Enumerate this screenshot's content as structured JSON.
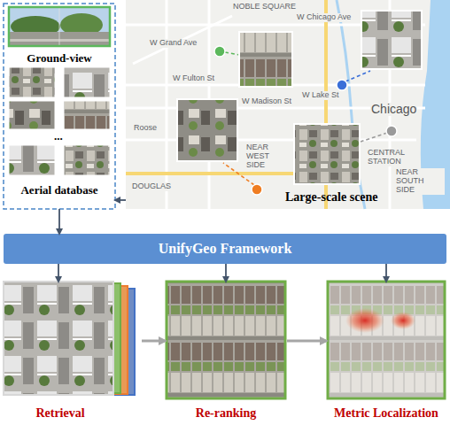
{
  "diagram": {
    "nodes": [
      {
        "text": [
          "Ground-view",
          "Aerial database"
        ]
      },
      {
        "text": [
          "Large-scale scene"
        ]
      },
      {
        "text": [
          "UnifyGeo Framework"
        ]
      },
      {
        "text": [
          "Retrieval"
        ]
      },
      {
        "text": [
          "Re-ranking"
        ]
      },
      {
        "text": [
          "Metric Localization"
        ]
      }
    ],
    "edges": [
      {
        "from": 1,
        "to": 0,
        "arrow": "to"
      },
      {
        "from": 0,
        "to": 2,
        "arrow": "to"
      },
      {
        "from": 2,
        "to": 3,
        "arrow": "to"
      },
      {
        "from": 2,
        "to": 4,
        "arrow": "to"
      },
      {
        "from": 2,
        "to": 5,
        "arrow": "to"
      },
      {
        "from": 3,
        "to": 4,
        "arrow": "to"
      },
      {
        "from": 4,
        "to": 5,
        "arrow": "to"
      }
    ],
    "labels": [
      "...",
      "NOBLE SQUARE",
      "W Chicago Ave",
      "W Grand Ave",
      "W Fulton St",
      "W Lake St",
      "W Madison St",
      "Chicago",
      "NEAR WEST SIDE",
      "CENTRAL STATION",
      "NEAR SOUTH SIDE",
      "Roose",
      "DOUGLAS"
    ]
  }
}
